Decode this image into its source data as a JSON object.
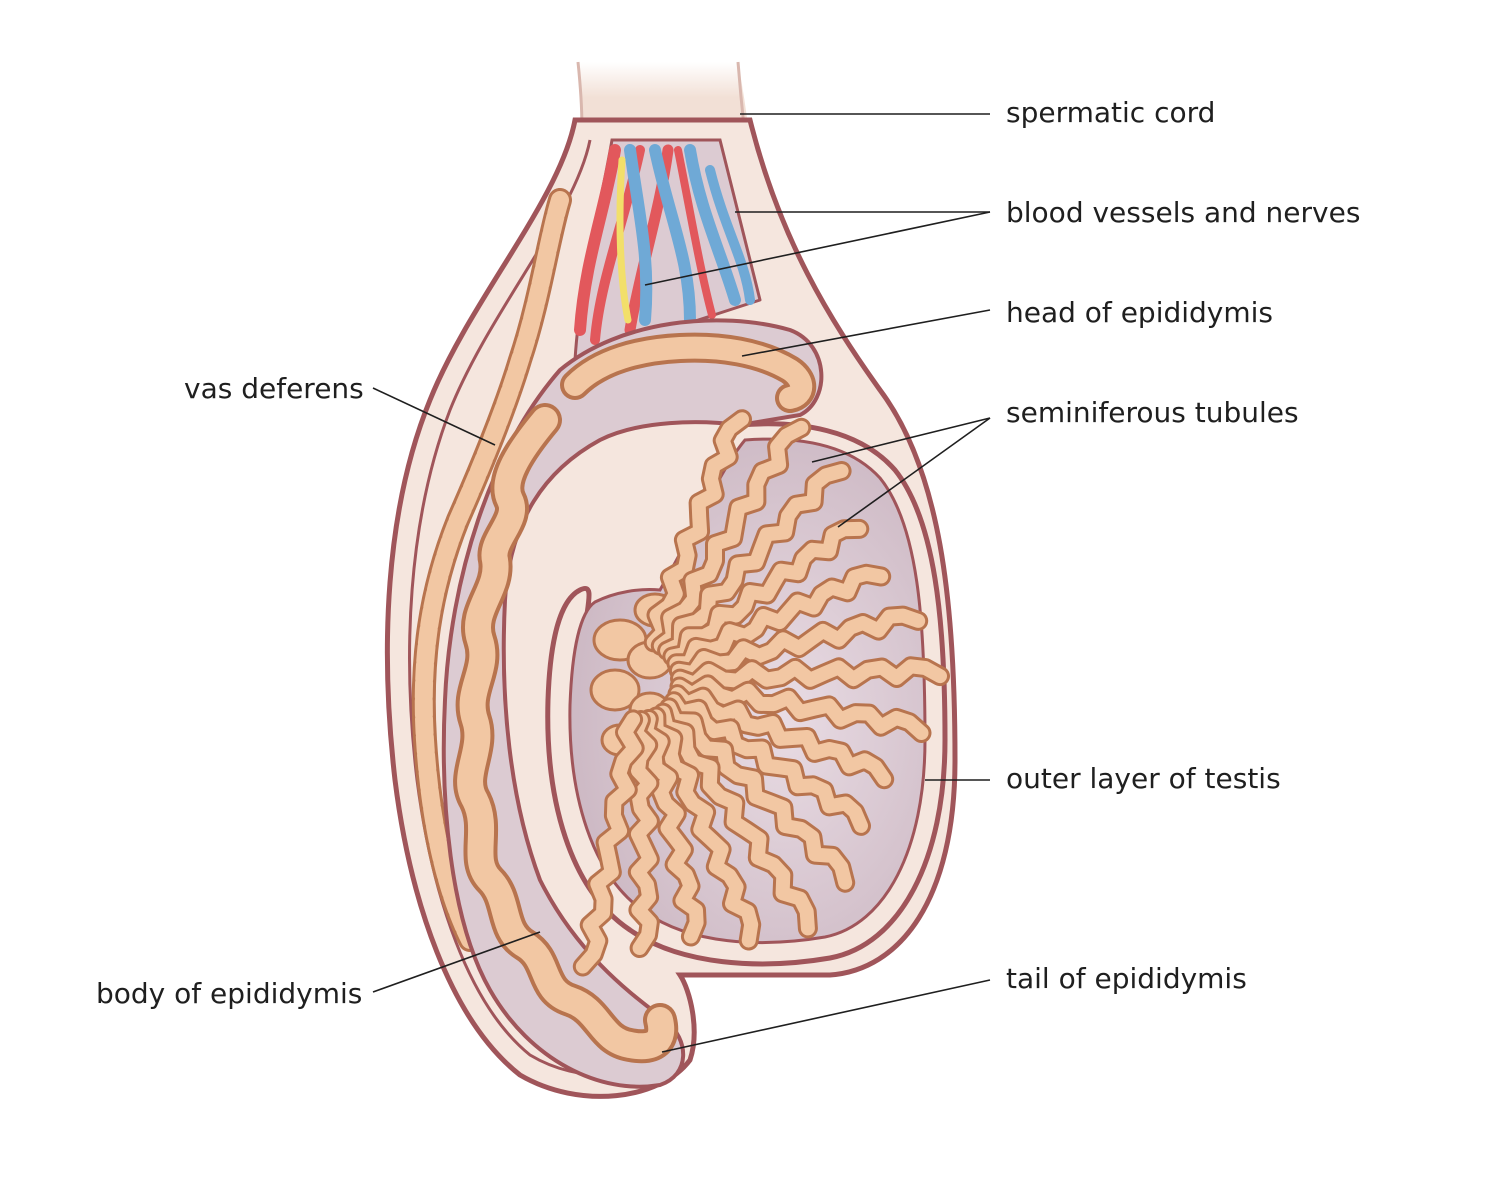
{
  "labels": {
    "spermatic_cord": "spermatic cord",
    "blood_vessels_and_nerves": "blood vessels and nerves",
    "head_of_epididymis": "head of epididymis",
    "seminiferous_tubules": "seminiferous tubules",
    "vas_deferens": "vas deferens",
    "outer_layer_of_testis": "outer layer of testis",
    "body_of_epididymis": "body of epididymis",
    "tail_of_epididymis": "tail of epididymis"
  },
  "colors": {
    "outline": "#a0555a",
    "tissue_fill": "#f3e3da",
    "cavity_fill": "#d8c8d0",
    "tubule_fill": "#f2c7a3",
    "tubule_stroke": "#b8744e",
    "artery": "#e2585c",
    "vein": "#6fa9d6",
    "nerve": "#f2df6a",
    "leader_line": "#1f1f1f"
  }
}
